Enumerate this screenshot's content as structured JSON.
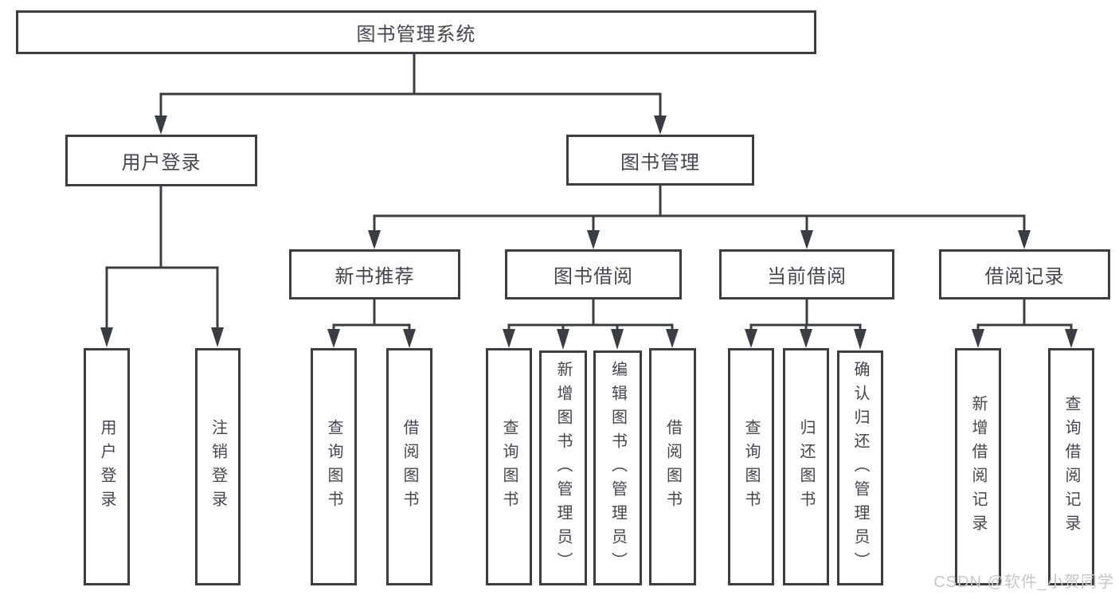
{
  "diagram": {
    "root": {
      "label": "图书管理系统"
    },
    "branches": [
      {
        "label": "用户登录",
        "children": [
          {
            "label": "用户登录"
          },
          {
            "label": "注销登录"
          }
        ]
      },
      {
        "label": "图书管理",
        "children": [
          {
            "label": "新书推荐",
            "children": [
              {
                "label": "查询图书"
              },
              {
                "label": "借阅图书"
              }
            ]
          },
          {
            "label": "图书借阅",
            "children": [
              {
                "label": "查询图书"
              },
              {
                "label": "新增图书（管理员）"
              },
              {
                "label": "编辑图书（管理员）"
              },
              {
                "label": "借阅图书"
              }
            ]
          },
          {
            "label": "当前借阅",
            "children": [
              {
                "label": "查询图书"
              },
              {
                "label": "归还图书"
              },
              {
                "label": "确认归还（管理员）"
              }
            ]
          },
          {
            "label": "借阅记录",
            "children": [
              {
                "label": "新增借阅记录"
              },
              {
                "label": "查询借阅记录"
              }
            ]
          }
        ]
      }
    ],
    "line_color": "#3a3d41"
  },
  "watermark": {
    "text": "CSDN @软件_小贺同学"
  }
}
